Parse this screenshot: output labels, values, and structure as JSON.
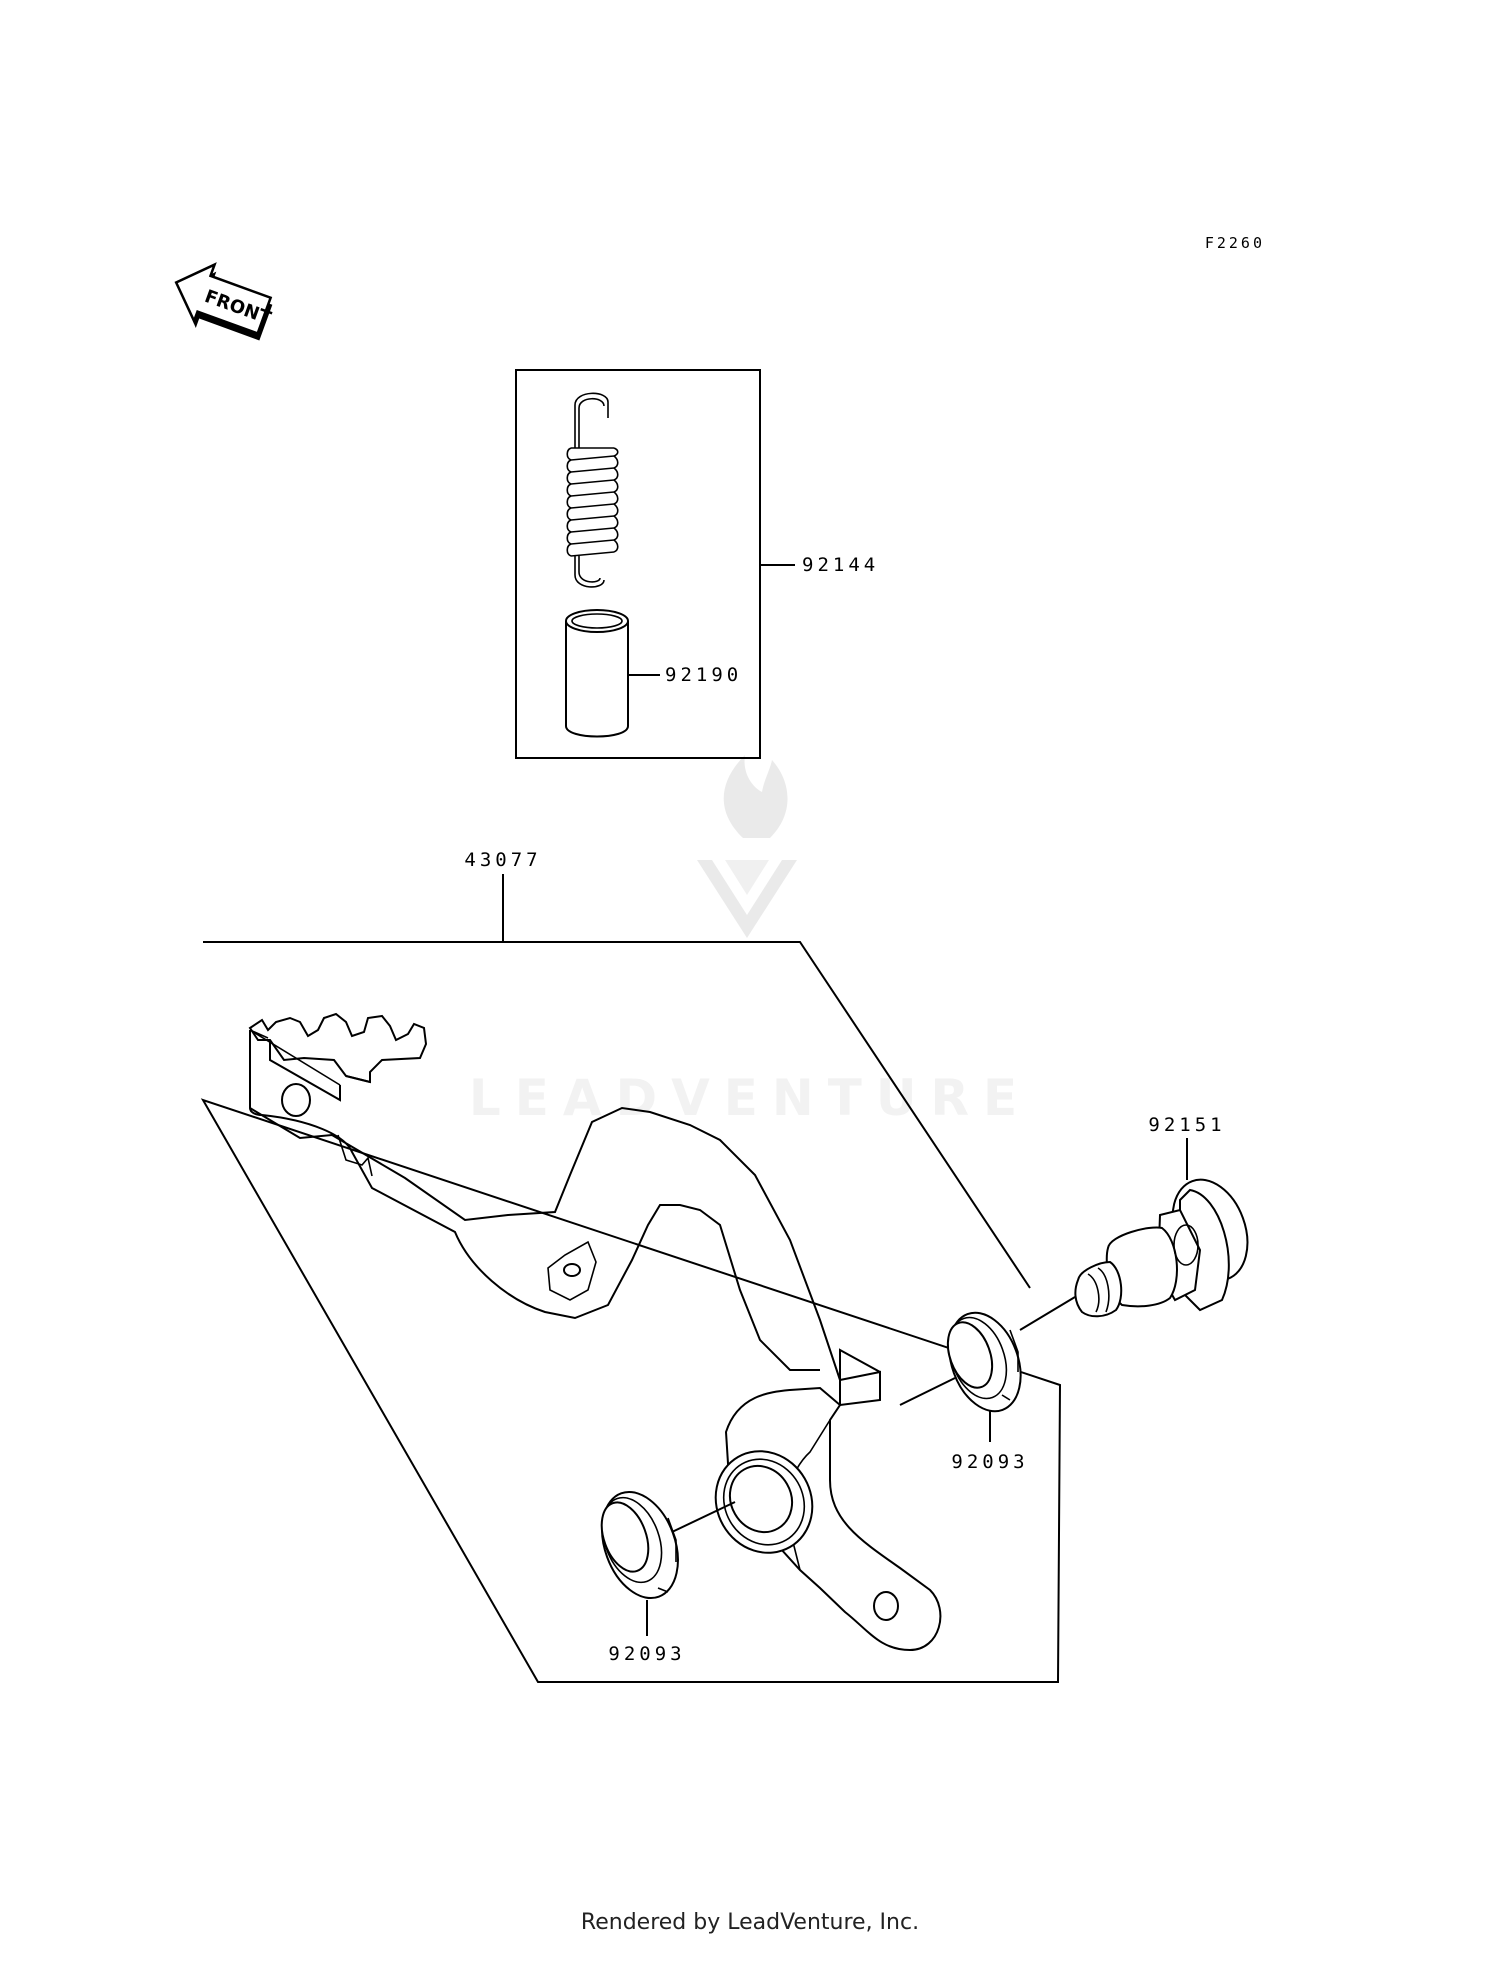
{
  "diagram_code": "F2260",
  "front_label": "FRONT",
  "watermark_text": "LEADVENTURE",
  "footer": "Rendered by LeadVenture, Inc.",
  "parts": {
    "spring_kit": "92144",
    "collar": "92190",
    "brake_pedal": "43077",
    "pivot_bolt": "92151",
    "seal_upper": "92093",
    "seal_lower": "92093"
  }
}
